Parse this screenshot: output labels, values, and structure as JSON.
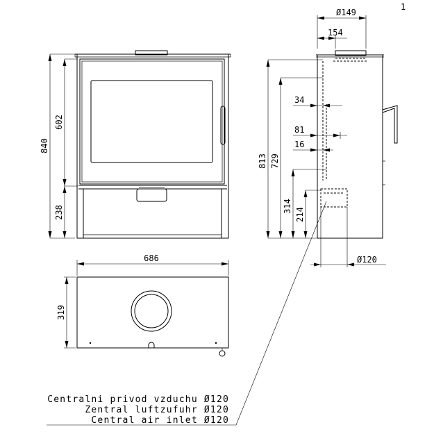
{
  "sheet_number": "1",
  "front_view": {
    "dim_total_height": "840",
    "dim_upper_height": "602",
    "dim_lower_height": "238"
  },
  "side_view": {
    "dim_flue_outer": "Ø149",
    "dim_flue_spacing": "154",
    "dim_34": "34",
    "dim_81": "81",
    "dim_16": "16",
    "dim_height_813": "813",
    "dim_height_729": "729",
    "dim_height_314": "314",
    "dim_height_214": "214",
    "dim_inlet": "Ø120"
  },
  "top_view": {
    "dim_width": "686",
    "dim_depth": "319"
  },
  "notes": [
    "Centralni privod vzduchu Ø120",
    "Zentral luftzufuhr Ø120",
    "Central air inlet Ø120"
  ]
}
